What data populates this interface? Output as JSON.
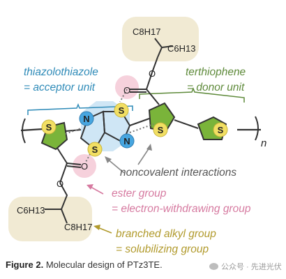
{
  "labels": {
    "acceptor_line1": "thiazolothiazole",
    "acceptor_line2": "= acceptor unit",
    "donor_line1": "terthiophene",
    "donor_line2": "= donor unit",
    "noncovalent": "noncovalent interactions",
    "ester_line1": "ester group",
    "ester_line2": "= electron-withdrawing group",
    "alkyl_line1": "branched alkyl group",
    "alkyl_line2": "= solubilizing group"
  },
  "atoms": {
    "top_c8h17": "C8H17",
    "top_c6h13": "C6H13",
    "bottom_c6h13": "C6H13",
    "bottom_c8h17": "C8H17",
    "s": "S",
    "n": "N",
    "o": "O",
    "repeat_n": "n"
  },
  "caption": {
    "prefix": "Figure 2.",
    "text": "Molecular design of PTz3TE."
  },
  "watermark": "公众号 · 先进光伏",
  "colors": {
    "acceptor": "#2f8bb8",
    "donor": "#5e8a3a",
    "ester": "#d67aa0",
    "alkyl": "#b19a2c",
    "thiophene_fill": "#7ab43a",
    "sulfur_fill": "#f2df63",
    "nitrogen_fill": "#47a6e0",
    "oxygen_halo": "#f4c6d3",
    "alkyl_bg": "#f1ead3"
  }
}
